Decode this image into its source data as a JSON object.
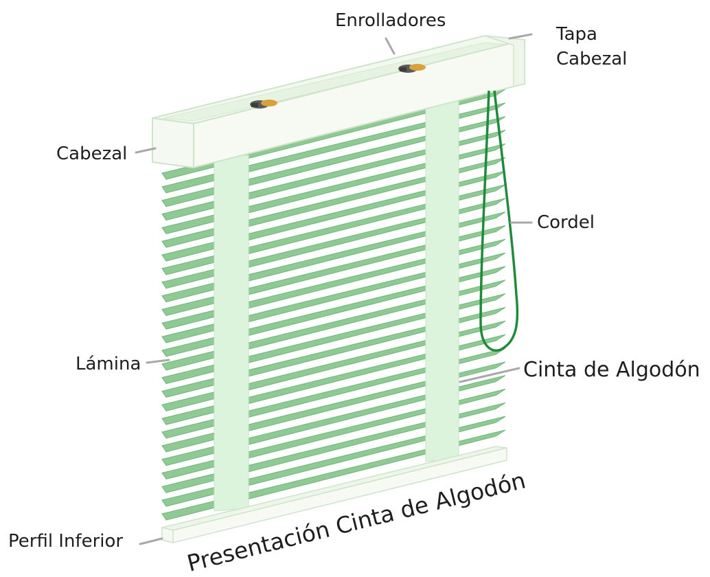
{
  "labels": {
    "enrolladores": "Enrolladores",
    "tapa_cabezal_line1": "Tapa",
    "tapa_cabezal_line2": "Cabezal",
    "cabezal": "Cabezal",
    "cordel": "Cordel",
    "lamina": "Lámina",
    "cinta_algodon": "Cinta de Algodón",
    "perfil_inferior": "Perfil Inferior"
  },
  "caption": "Presentación Cinta de Algodón",
  "colors": {
    "slat": "#8fca95",
    "slat_edge": "#6fb57a",
    "tape": "#dcf3dc",
    "headrail": "#f4f9f1",
    "headrail_edge": "#cfe3cb",
    "cord": "#1f8a3c",
    "leader": "#a8a8a8",
    "text": "#1e1e1e"
  },
  "slat_count": 26
}
